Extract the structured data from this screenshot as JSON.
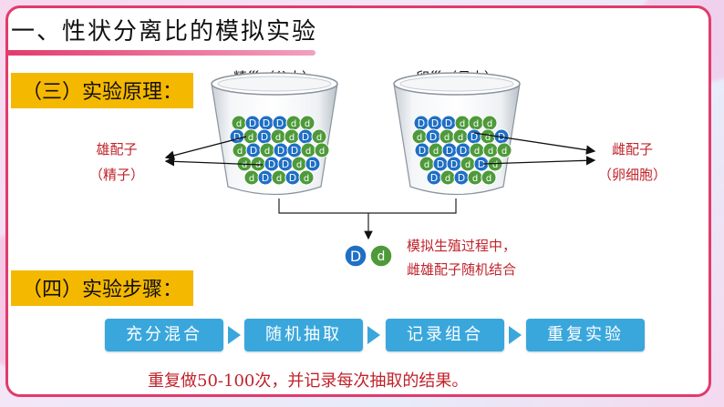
{
  "title": "一、性状分离比的模拟实验",
  "section3_label": "（三）实验原理：",
  "section4_label": "（四）实验步骤：",
  "cups": {
    "left_label": "精巢（父本）",
    "right_label": "卵巢（母本）"
  },
  "left_side": {
    "line1": "雄配子",
    "line2": "（精子）"
  },
  "right_side": {
    "line1": "雌配子",
    "line2": "（卵细胞）"
  },
  "balls": {
    "big": "D",
    "small": "d",
    "blue_color": "#1f6fc4",
    "green_color": "#4e9a3a"
  },
  "result_note": {
    "line1": "模拟生殖过程中，",
    "line2": "雌雄配子随机结合"
  },
  "steps": [
    "充分混合",
    "随机抽取",
    "记录组合",
    "重复实验"
  ],
  "bottom_note": "重复做50-100次，并记录每次抽取的结果。",
  "colors": {
    "frame": "#e23b6b",
    "label_bg": "#f5b800",
    "step_bg": "#3aa7dc",
    "note_red": "#c0232b"
  }
}
